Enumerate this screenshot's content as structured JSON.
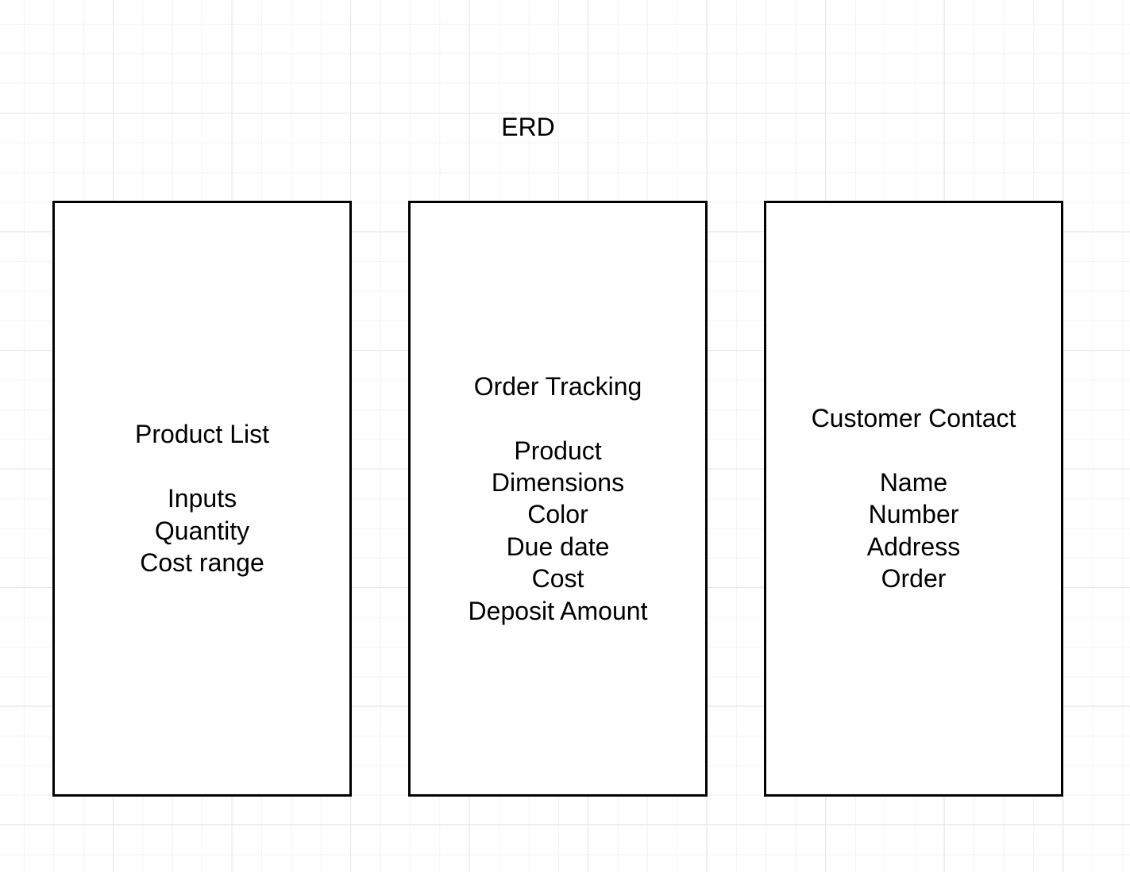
{
  "diagram": {
    "title": "ERD",
    "entities": [
      {
        "name": "Product List",
        "attributes": [
          "Inputs",
          "Quantity",
          "Cost range"
        ]
      },
      {
        "name": "Order Tracking",
        "attributes": [
          "Product",
          "Dimensions",
          "Color",
          "Due date",
          "Cost",
          "Deposit Amount"
        ]
      },
      {
        "name": "Customer Contact",
        "attributes": [
          "Name",
          "Number",
          "Address",
          "Order"
        ]
      }
    ]
  },
  "colors": {
    "background": "#ffffff",
    "grid_line": "#e6e6e6",
    "border": "#000000",
    "text": "#000000"
  }
}
